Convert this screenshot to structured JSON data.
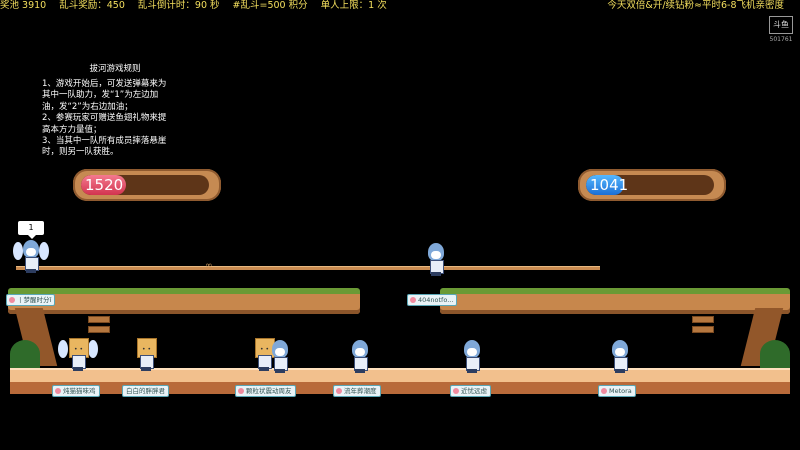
{
  "hud": {
    "prize_pool": "奖池 3910",
    "melee_reward": "乱斗奖励：450",
    "melee_countdown": "乱斗倒计时：90 秒",
    "melee_points": "#乱斗=500 积分",
    "single_limit": "单人上限：1 次",
    "promo": "今天双倍&开/续钻粉≈平时6-8飞机亲密度"
  },
  "logo": {
    "text": "斗鱼",
    "room_id": "501761"
  },
  "rules": {
    "title": "拔河游戏规则",
    "lines": [
      "1、游戏开始后，可发送弹幕来为",
      "其中一队助力，发“1”为左边加",
      "油，发“2”为右边加油；",
      "2、参赛玩家可赠送鱼翅礼物来提",
      "高本方力量值；",
      "3、当其中一队所有成员摔落悬崖",
      "时，则另一队获胜。"
    ]
  },
  "scores": {
    "left": {
      "value": "1520",
      "fill": 0.35,
      "color": "#e0465f"
    },
    "right": {
      "value": "1041",
      "fill": 0.3,
      "color": "#2a84e8"
    }
  },
  "bubble": {
    "text": "1"
  },
  "players": {
    "left_top": "丨梦醒时分ǐ",
    "right_top": "404notfo...",
    "g1": "炖猫猫味鸡",
    "g2": "白白的胖胖君",
    "g3": "颗粒状震动周友",
    "g4": "流年葬潮度",
    "g5": "近忧远虑",
    "g6": "Metora"
  },
  "colors": {
    "hud_text": "#f4df5e",
    "grass": "#6a9a35",
    "wood": "#c7874c"
  }
}
